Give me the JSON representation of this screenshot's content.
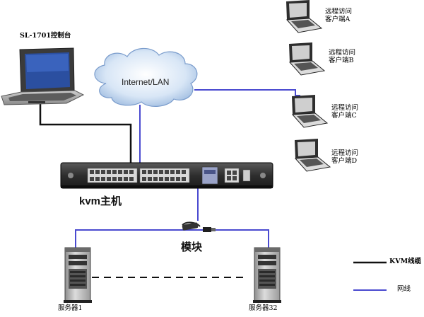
{
  "console_label": "SL-1701控制台",
  "cloud_label": "Internet/LAN",
  "kvm_label": "kvm主机",
  "module_label": "模块",
  "server_left_label": "服务器1",
  "server_right_label": "服务器32",
  "clients": [
    {
      "line1": "远程访问",
      "line2": "客户端A"
    },
    {
      "line1": "远程访问",
      "line2": "客户端B"
    },
    {
      "line1": "远程访问",
      "line2": "客户端C"
    },
    {
      "line1": "远程访问",
      "line2": "客户端D"
    }
  ],
  "legend": {
    "kvm_cable": "KVM线缆",
    "network_cable": "网线"
  },
  "colors": {
    "kvm_cable": "#111111",
    "network_cable": "#4a4ad0"
  }
}
